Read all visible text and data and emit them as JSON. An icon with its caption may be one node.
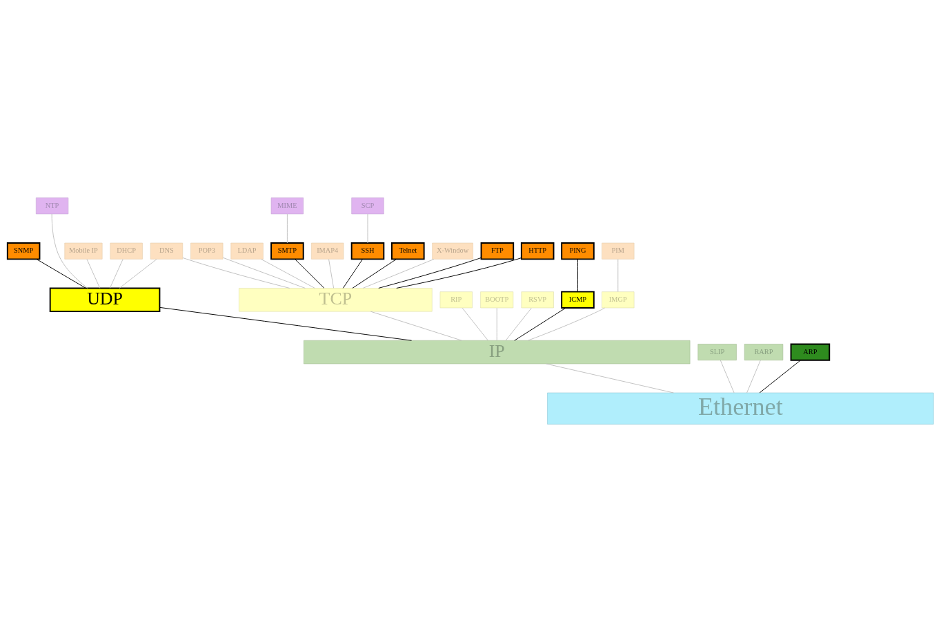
{
  "diagram": {
    "nodes": [
      {
        "text": [
          "MIME"
        ]
      },
      {
        "text": [
          "SCP"
        ]
      },
      {
        "text": [
          "NTP"
        ]
      },
      {
        "text": [
          "IMAP4"
        ]
      },
      {
        "text": [
          "SMTP"
        ]
      },
      {
        "text": [
          "SSH"
        ]
      },
      {
        "text": [
          "Telnet"
        ]
      },
      {
        "text": [
          "X-Window"
        ]
      },
      {
        "text": [
          "Mobile IP"
        ]
      },
      {
        "text": [
          "FTP"
        ]
      },
      {
        "text": [
          "HTTP"
        ]
      },
      {
        "text": [
          "POP3"
        ]
      },
      {
        "text": [
          "LDAP"
        ]
      },
      {
        "text": [
          "DNS"
        ]
      },
      {
        "text": [
          "DHCP"
        ]
      },
      {
        "text": [
          "SNMP"
        ]
      },
      {
        "text": [
          "PING"
        ]
      },
      {
        "text": [
          "PIM"
        ]
      },
      {
        "text": [
          "TCP"
        ]
      },
      {
        "text": [
          "UDP"
        ]
      },
      {
        "text": [
          "RIP"
        ]
      },
      {
        "text": [
          "BOOTP"
        ]
      },
      {
        "text": [
          "RSVP"
        ]
      },
      {
        "text": [
          "ICMP"
        ]
      },
      {
        "text": [
          "IMGP"
        ]
      },
      {
        "text": [
          "IP"
        ]
      },
      {
        "text": [
          "SLIP"
        ]
      },
      {
        "text": [
          "RARP"
        ]
      },
      {
        "text": [
          "ARP"
        ]
      },
      {
        "text": [
          "Ethernet"
        ]
      }
    ],
    "edges": [
      {
        "from": 0,
        "to": 4,
        "arrow": "none"
      },
      {
        "from": 1,
        "to": 5,
        "arrow": "none"
      },
      {
        "from": 2,
        "to": 19,
        "arrow": "none"
      },
      {
        "from": 3,
        "to": 18,
        "arrow": "none"
      },
      {
        "from": 4,
        "to": 18,
        "arrow": "none",
        "color": "#000000"
      },
      {
        "from": 5,
        "to": 18,
        "arrow": "none",
        "color": "#000000"
      },
      {
        "from": 6,
        "to": 18,
        "arrow": "none",
        "color": "#000000"
      },
      {
        "from": 7,
        "to": 18,
        "arrow": "none"
      },
      {
        "from": 8,
        "to": 19,
        "arrow": "none"
      },
      {
        "from": 9,
        "to": 18,
        "arrow": "none",
        "color": "#000000"
      },
      {
        "from": 10,
        "to": 18,
        "arrow": "none",
        "color": "#000000"
      },
      {
        "from": 11,
        "to": 18,
        "arrow": "none"
      },
      {
        "from": 12,
        "to": 18,
        "arrow": "none"
      },
      {
        "from": 13,
        "to": 18,
        "arrow": "none"
      },
      {
        "from": 13,
        "to": 19,
        "arrow": "none"
      },
      {
        "from": 14,
        "to": 19,
        "arrow": "none"
      },
      {
        "from": 15,
        "to": 19,
        "arrow": "none",
        "color": "#000000"
      },
      {
        "from": 16,
        "to": 23,
        "arrow": "none",
        "color": "#000000"
      },
      {
        "from": 17,
        "to": 24,
        "arrow": "none"
      },
      {
        "from": 18,
        "to": 25,
        "arrow": "none"
      },
      {
        "from": 19,
        "to": 25,
        "arrow": "none",
        "color": "#000000"
      },
      {
        "from": 20,
        "to": 25,
        "arrow": "none"
      },
      {
        "from": 21,
        "to": 25,
        "arrow": "none"
      },
      {
        "from": 22,
        "to": 25,
        "arrow": "none"
      },
      {
        "from": 23,
        "to": 25,
        "arrow": "none",
        "color": "#000000"
      },
      {
        "from": 24,
        "to": 25,
        "arrow": "none"
      },
      {
        "from": 25,
        "to": 29,
        "arrow": "none"
      },
      {
        "from": 26,
        "to": 29,
        "arrow": "none"
      },
      {
        "from": 27,
        "to": 29,
        "arrow": "none"
      },
      {
        "from": 28,
        "to": 29,
        "arrow": "none",
        "color": "#000000"
      }
    ]
  }
}
